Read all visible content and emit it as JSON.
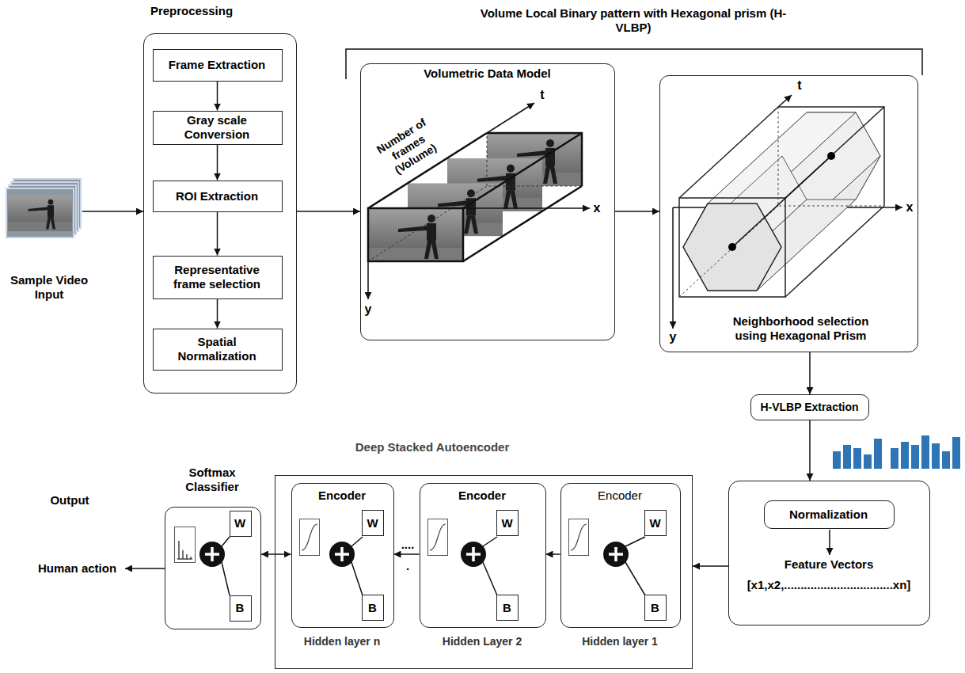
{
  "diagram": {
    "nodes": [
      {
        "text": [
          "Sample Video Input"
        ]
      },
      {
        "text": [
          "Preprocessing"
        ]
      },
      {
        "text": [
          "Frame Extraction"
        ],
        "in": 1
      },
      {
        "text": [
          "Gray scale Conversion"
        ],
        "in": 1
      },
      {
        "text": [
          "ROI Extraction"
        ],
        "in": 1
      },
      {
        "text": [
          "Representative frame selection"
        ],
        "in": 1
      },
      {
        "text": [
          "Spatial Normalization"
        ],
        "in": 1
      },
      {
        "text": [
          "Volumetric Data Model",
          "Number of frames (Volume)"
        ]
      },
      {
        "text": [
          "Neighborhood selection using Hexagonal Prism"
        ]
      },
      {
        "text": [
          "H-VLBP Extraction"
        ]
      },
      {
        "text": [
          "Feature Vectors",
          "[x1,x2,.................................xn]"
        ]
      },
      {
        "text": [
          "Normalization"
        ],
        "in": 10
      },
      {
        "text": [
          "Softmax Classifier"
        ]
      },
      {
        "text": [
          "W"
        ],
        "in": 12
      },
      {
        "text": [
          "B"
        ],
        "in": 12
      },
      {
        "text": [
          "Deep Stacked Autoencoder"
        ]
      },
      {
        "text": [
          "Encoder",
          "Hidden layer n"
        ],
        "in": 15
      },
      {
        "text": [
          "W"
        ],
        "in": 16
      },
      {
        "text": [
          "B"
        ],
        "in": 16
      },
      {
        "text": [
          "Encoder",
          "Hidden Layer 2"
        ],
        "in": 15
      },
      {
        "text": [
          "W"
        ],
        "in": 19
      },
      {
        "text": [
          "B"
        ],
        "in": 19
      },
      {
        "text": [
          "Encoder",
          "Hidden layer 1"
        ],
        "in": 15
      },
      {
        "text": [
          "W"
        ],
        "in": 22
      },
      {
        "text": [
          "B"
        ],
        "in": 22
      }
    ],
    "edges": [
      {
        "from": 0,
        "to": 1,
        "arrow": "to"
      },
      {
        "from": 2,
        "to": 3,
        "arrow": "to"
      },
      {
        "from": 3,
        "to": 4,
        "arrow": "to"
      },
      {
        "from": 4,
        "to": 5,
        "arrow": "to"
      },
      {
        "from": 5,
        "to": 6,
        "arrow": "to"
      },
      {
        "from": 1,
        "to": 7,
        "arrow": "to"
      },
      {
        "from": 7,
        "to": 8,
        "arrow": "to"
      },
      {
        "from": 8,
        "to": 9,
        "arrow": "to"
      },
      {
        "from": 9,
        "to": 10,
        "arrow": "to"
      },
      {
        "from": 10,
        "to": 15,
        "arrow": "to"
      },
      {
        "from": 22,
        "to": 19,
        "arrow": "to"
      },
      {
        "from": 19,
        "to": 16,
        "arrow": "to"
      },
      {
        "from": 16,
        "to": 12,
        "arrow": "both"
      }
    ],
    "labels": [
      "Volume Local Binary pattern with Hexagonal prism (H-VLBP)",
      "t",
      "x",
      "y",
      "t",
      "x",
      "y",
      "Output",
      "....",
      ".",
      "Human action"
    ]
  }
}
